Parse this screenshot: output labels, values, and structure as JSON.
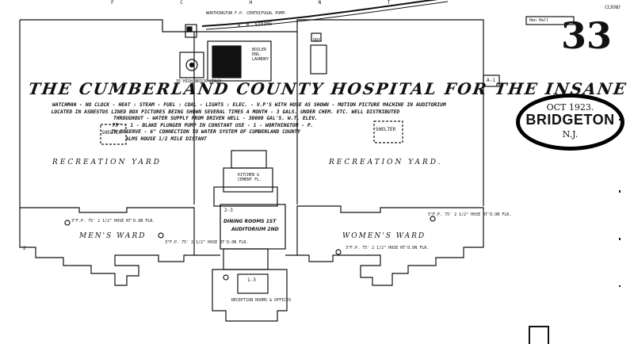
{
  "sheet": {
    "number": "33",
    "code": "(1306)",
    "street_fragment": "Hen Hall"
  },
  "stamp": {
    "date": "OCT 1923.",
    "city": "BRIDGETON",
    "state": "N.J."
  },
  "title": "THE CUMBERLAND COUNTY HOSPITAL FOR THE INSANE",
  "notes": [
    "WATCHMAN - NO CLOCK - HEAT : STEAM - FUEL : COAL - LIGHTS : ELEC. - V.P'S WITH HOSE AS SHOWN - MOTION PICTURE MACHINE IN AUDITORIUM",
    "LOCATED IN ASBESTOS LINED BOX PICTURES BEING SHOWN SEVERAL TIMES A MONTH - 3 GALS. UNDER CHEM. ETC. WELL DISTRIBUTED",
    "THROUGHOUT - WATER SUPPLY FROM DRIVEN WELL - 30000 GAL'S. W.T. ELEV.",
    "75' - 1 - BLAKE PLUNGER PUMP IN CONSTANT USE - 1 - WORTHINGTON - P.",
    "IN RESERVE - 6\" CONNECTION TO WATER SYSTEM OF CUMBERLAND COUNTY",
    "ALMS HOUSE 1/2 MILE DISTANT"
  ],
  "labels": {
    "top_road": "F C H N T",
    "rr_siding": "R. R. SIDING",
    "recreation_yard_left": "RECREATION   YARD",
    "recreation_yard_right": "RECREATION   YARD.",
    "mens_ward": "MEN'S   WARD",
    "womens_ward": "WOMEN'S   WARD",
    "shelter_left": "SHELTER",
    "shelter_right": "SHELTER",
    "kitchen": "KITCHEN & CEMENT FL.",
    "dining": "DINING ROOMS 1ST",
    "auditorium": "AUDITORIUM 2ND",
    "reception": "RECEPTION ROOMS & OFFICES",
    "boiler": "BOILER ENG. LAUNDRY",
    "center_story": "2-3",
    "reception_story": "1-3",
    "side_box": "A-1",
    "ward_story": "2"
  },
  "annotations": {
    "worthington": "WORTHINGTON F.P. CENTRIFUGAL PUMP.",
    "hose_1": "3\"F.P. 75' 2 1/2\" HOSE RT'D.ON FLR.",
    "hose_2": "3\"F.P. 75' 2 1/2\" HOSE RT'D.ON FLR.",
    "hose_3": "5\"F.P. 75' 2 1/2\" HOSE RT'D.ON FLR.",
    "hose_4": "3\"F.P. 75' 2 1/2\" HOSE RT'D.ON FLR.",
    "stack": "35'HIGH BRICK STACK",
    "dryer": "DRY."
  }
}
